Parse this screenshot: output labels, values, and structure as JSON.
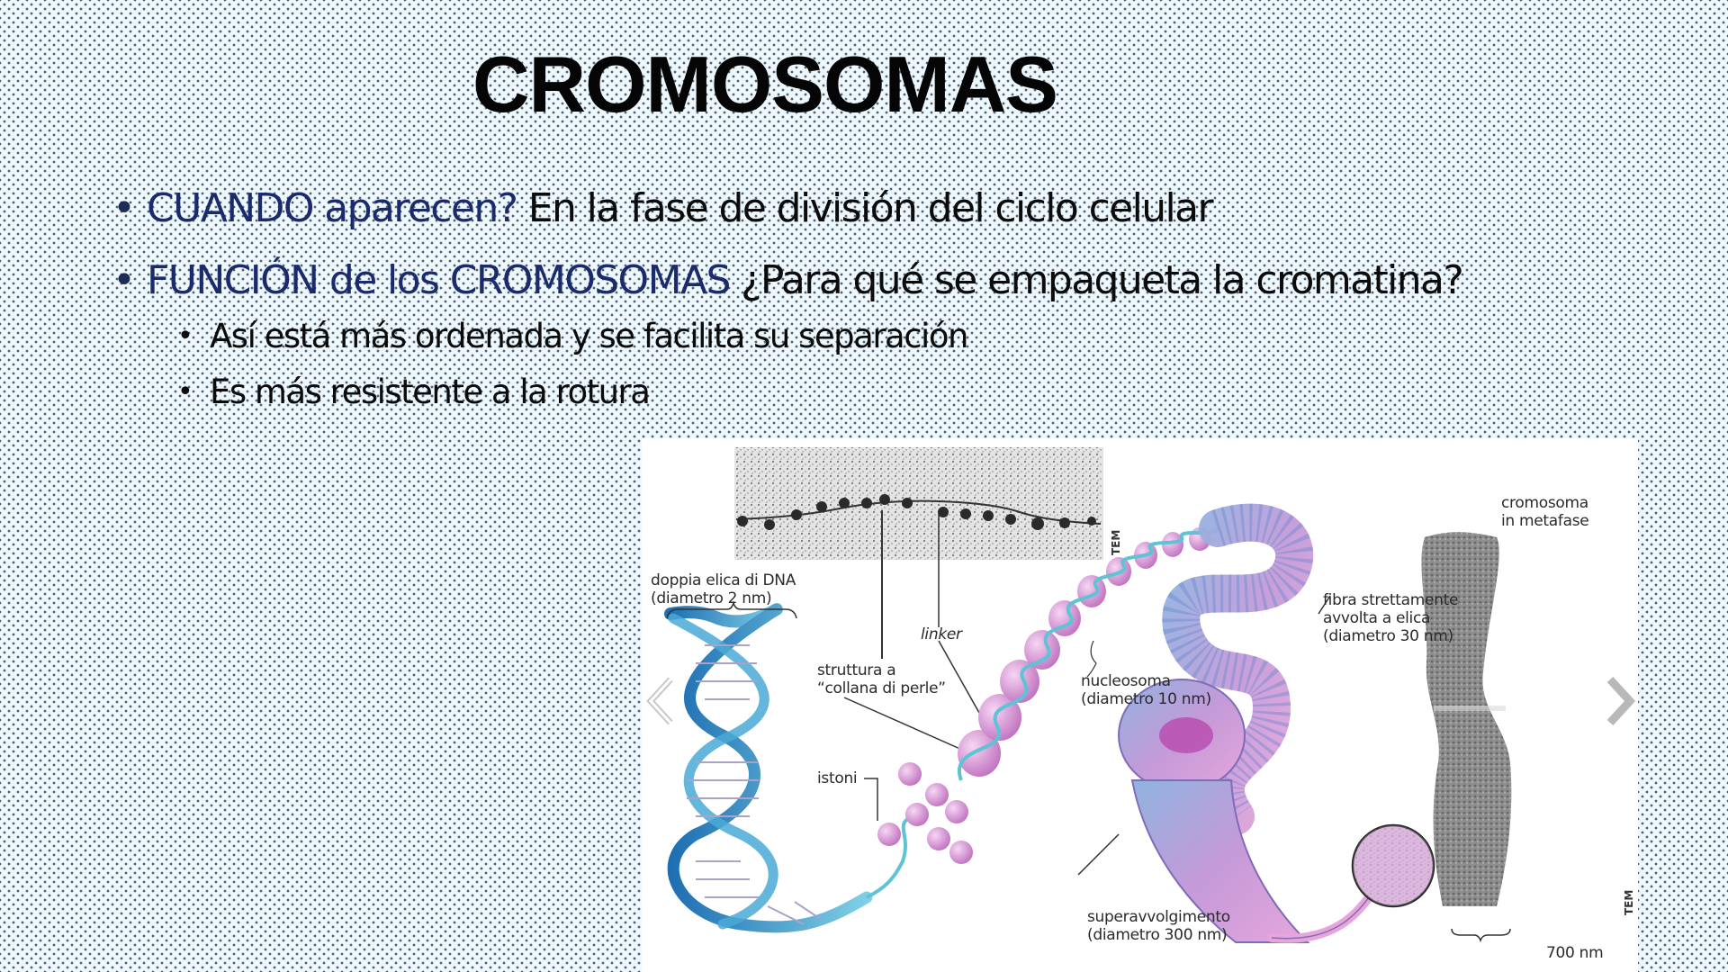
{
  "slide": {
    "title": "CROMOSOMAS",
    "bullets": [
      {
        "highlight": "CUANDO aparecen?",
        "text": " En la fase de división del ciclo celular"
      },
      {
        "highlight": "FUNCIÓN de los CROMOSOMAS",
        "text": " ¿Para qué se empaqueta la cromatina?",
        "sub": [
          "Así está más ordenada y se facilita su separación",
          "Es más resistente a la rotura"
        ]
      }
    ],
    "bullet_symbol": "•"
  },
  "figure": {
    "labels": {
      "dna_helix_1": "doppia elica di DNA",
      "dna_helix_2": "(diametro 2 nm)",
      "linker": "linker",
      "beads_1": "struttura a",
      "beads_2": "“collana di perle”",
      "histones": "istoni",
      "nucleosome_1": "nucleosoma",
      "nucleosome_2": "(diametro 10 nm)",
      "fiber_1": "fibra strettamente",
      "fiber_2": "avvolta a elica",
      "fiber_3": "(diametro 30 nm)",
      "chromosome_1": "cromosoma",
      "chromosome_2": "in metafase",
      "supercoil_1": "superavvolgimento",
      "supercoil_2": "(diametro 300 nm)",
      "scale": "700 nm",
      "tem_top": "TEM",
      "tem_bottom": "TEM"
    },
    "nav": {
      "prev": "‹",
      "next": "›"
    },
    "colors": {
      "dna_blue": "#2f7fc0",
      "helix_cyan": "#5fc3d6",
      "histone_pink": "#d58fd3",
      "chromatin_violet": "#9b7fc9",
      "chromosome_gray": "#6a6a6a"
    }
  }
}
